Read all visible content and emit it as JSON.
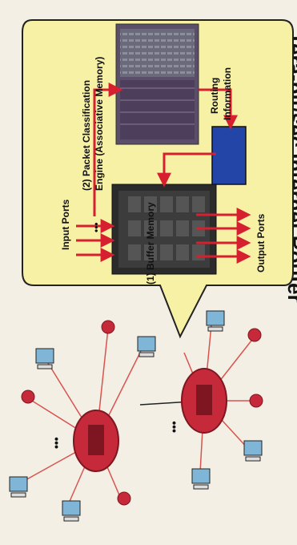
{
  "title": "Tera-bit/sec Internet Router",
  "labels": {
    "input_ports": "Input Ports",
    "classification_line1": "(2) Packet Classification",
    "classification_line2": "Engine (Associative Memory)",
    "routing_line1": "Routing",
    "routing_line2": "Information",
    "buffer_memory": "(1) Buffer Memory",
    "output_ports": "Output Ports",
    "dots": "•••"
  },
  "colors": {
    "callout_fill": "#f7f1a6",
    "router_node": "#c62a3a",
    "router_node_dark": "#7d1620",
    "links": "#d9534f",
    "routing_block": "#2445a8",
    "arrow": "#d61f2f",
    "chip_dark": "#2b2b2b"
  }
}
